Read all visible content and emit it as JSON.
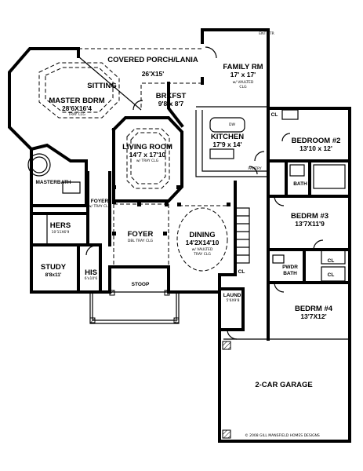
{
  "rooms": {
    "covered_porch": {
      "name": "COVERED PORCH/LANIA",
      "dims": "26'X15'"
    },
    "family_rm": {
      "name": "FAMILY RM",
      "dims": "17' x 17'",
      "note1": "w/ VAULTED",
      "note2": "CLG"
    },
    "sitting": {
      "name": "SITTING"
    },
    "master_bdrm": {
      "name": "MASTER BDRM",
      "dims": "28'6X16'4",
      "note": "TRAY CLG"
    },
    "brkfst": {
      "name": "BRKFST",
      "dims": "9'8 x 8'7"
    },
    "kitchen": {
      "name": "KITCHEN",
      "dims": "17'9 x 14'"
    },
    "living_room": {
      "name": "LIVING ROOM",
      "dims": "14'7 x 17'10",
      "note": "w/ TRAY CLG"
    },
    "bedroom2": {
      "name": "BEDROOM #2",
      "dims": "13'10 x 12'"
    },
    "bath": {
      "name": "BATH"
    },
    "masterbath": {
      "name": "MASTERBATH"
    },
    "foyer_small": {
      "name": "FOYER",
      "note": "w/ TRAY CLG"
    },
    "hers": {
      "name": "HERS",
      "dims": "10'11X6'9"
    },
    "foyer": {
      "name": "FOYER",
      "note": "DBL TRAY CLG"
    },
    "dining": {
      "name": "DINING",
      "dims": "14'2X14'10",
      "note1": "w/ VAULTED",
      "note2": "TRAY CLG"
    },
    "bedrm3": {
      "name": "BEDRM #3",
      "dims": "13'7X11'9"
    },
    "study": {
      "name": "STUDY",
      "dims": "8'8x11'"
    },
    "his": {
      "name": "HIS",
      "dims": "6'x10'6"
    },
    "stoop": {
      "name": "STOOP"
    },
    "pwdr_bath": {
      "name": "PWDR",
      "name2": "BATH"
    },
    "laund": {
      "name": "LAUND.",
      "dims": "5'6X9'8"
    },
    "bedrm4": {
      "name": "BEDRM #4",
      "dims": "13'7X12'"
    },
    "garage": {
      "name": "2-CAR GARAGE"
    }
  },
  "marks": {
    "cl": "CL",
    "pantry": "PANTRY",
    "ent_ctr": "ENT CTR",
    "dw": "DW"
  },
  "copyright": "© 2008 GILL MANSFIELD HOMES DESIGNS"
}
